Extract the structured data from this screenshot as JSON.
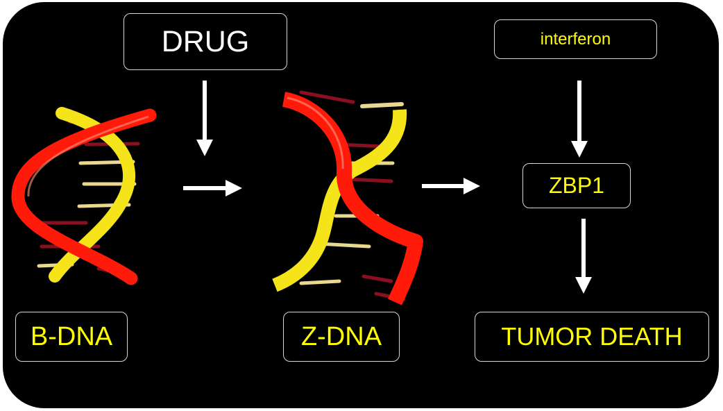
{
  "labels": {
    "drug": "DRUG",
    "interferon": "interferon",
    "zbp1": "ZBP1",
    "b_dna": "B-DNA",
    "z_dna": "Z-DNA",
    "tumor_death": "TUMOR DEATH"
  },
  "colors": {
    "background": "#000000",
    "box_border": "#d9d9d9",
    "label_white": "#ffffff",
    "label_yellow": "#ffff00",
    "arrow": "#ffffff",
    "strand_red": "#ff1a0a",
    "strand_yellow": "#f5e41a",
    "base_pair_light": "#e8d890",
    "base_pair_dark": "#8a1020"
  },
  "icons": {
    "b_dna": "b-dna-helix-icon",
    "z_dna": "z-dna-helix-icon"
  }
}
